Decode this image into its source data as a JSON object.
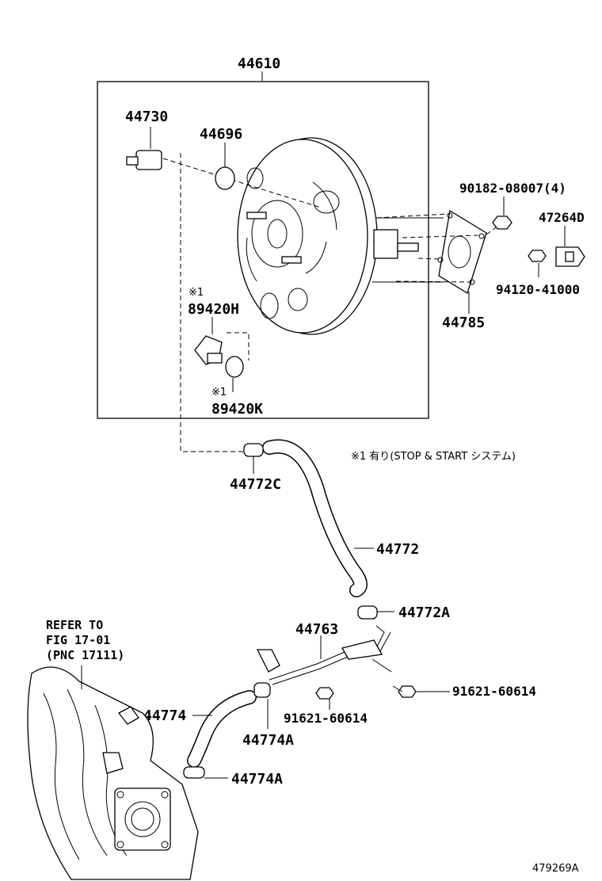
{
  "diagram": {
    "assembly_label": "44610",
    "note_symbol": "※1",
    "note_text": "※1 有り(STOP & START システム)",
    "figure_id": "479269A",
    "refer": {
      "line1": "REFER TO",
      "line2": "FIG 17-01",
      "line3": "(PNC 17111)"
    },
    "parts": {
      "p44730": "44730",
      "p44696": "44696",
      "p89420H": "89420H",
      "p89420K": "89420K",
      "p90182": "90182-08007(4)",
      "p47264D": "47264D",
      "p94120": "94120-41000",
      "p44785": "44785",
      "p44772C": "44772C",
      "p44772": "44772",
      "p44772A": "44772A",
      "p44763": "44763",
      "p91621a": "91621-60614",
      "p91621b": "91621-60614",
      "p44774": "44774",
      "p44774A_upper": "44774A",
      "p44774A_lower": "44774A"
    }
  }
}
